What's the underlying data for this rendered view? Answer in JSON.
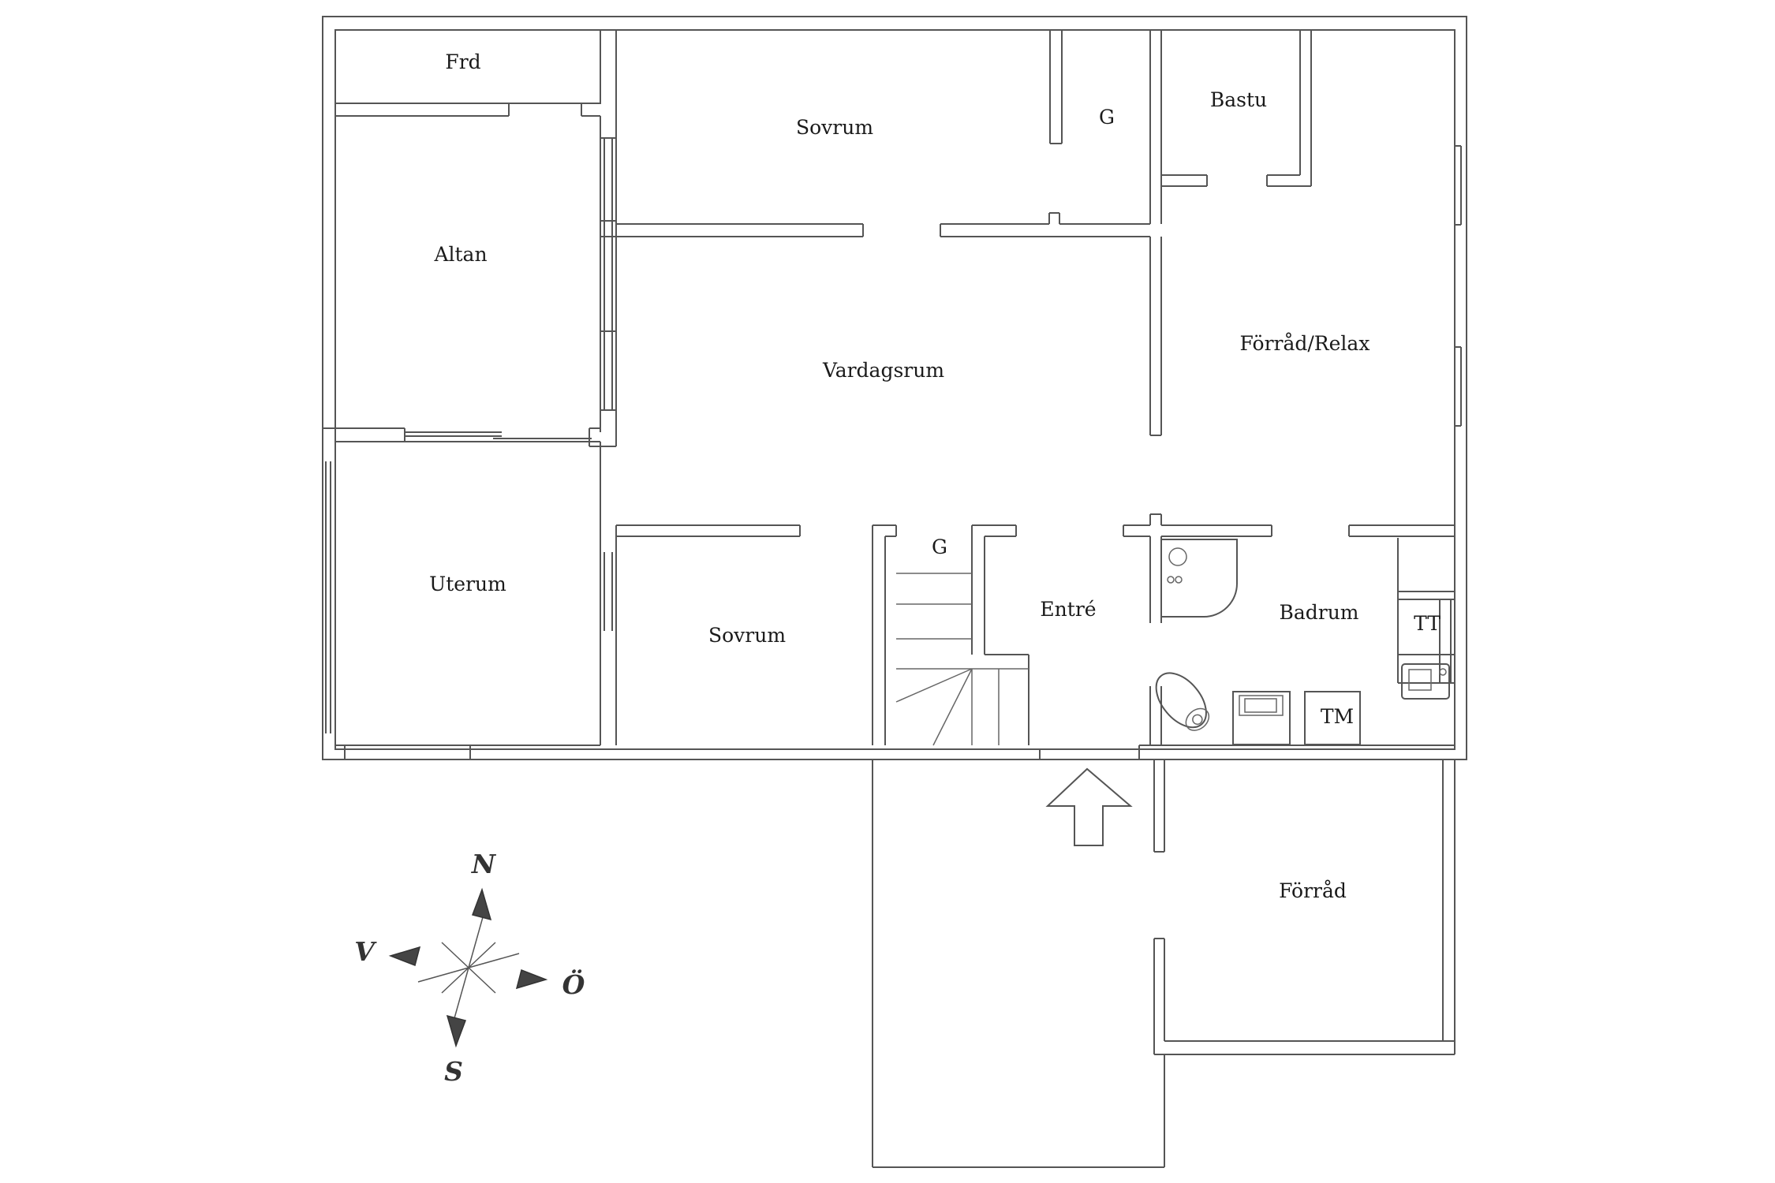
{
  "rooms": {
    "frd": "Frd",
    "sovrum_top": "Sovrum",
    "g_top": "G",
    "bastu": "Bastu",
    "altan": "Altan",
    "vardagsrum": "Vardagsrum",
    "forrad_relax": "Förråd/Relax",
    "uterum": "Uterum",
    "sovrum_bottom": "Sovrum",
    "g_stair": "G",
    "entre": "Entré",
    "badrum": "Badrum",
    "tt": "TT",
    "tm": "TM",
    "forrad": "Förråd"
  },
  "compass": {
    "north": "N",
    "west": "V",
    "east": "Ö",
    "south": "S"
  },
  "colors": {
    "wall_stroke": "#555555",
    "text": "#1a1a1a",
    "compass": "#444444"
  }
}
